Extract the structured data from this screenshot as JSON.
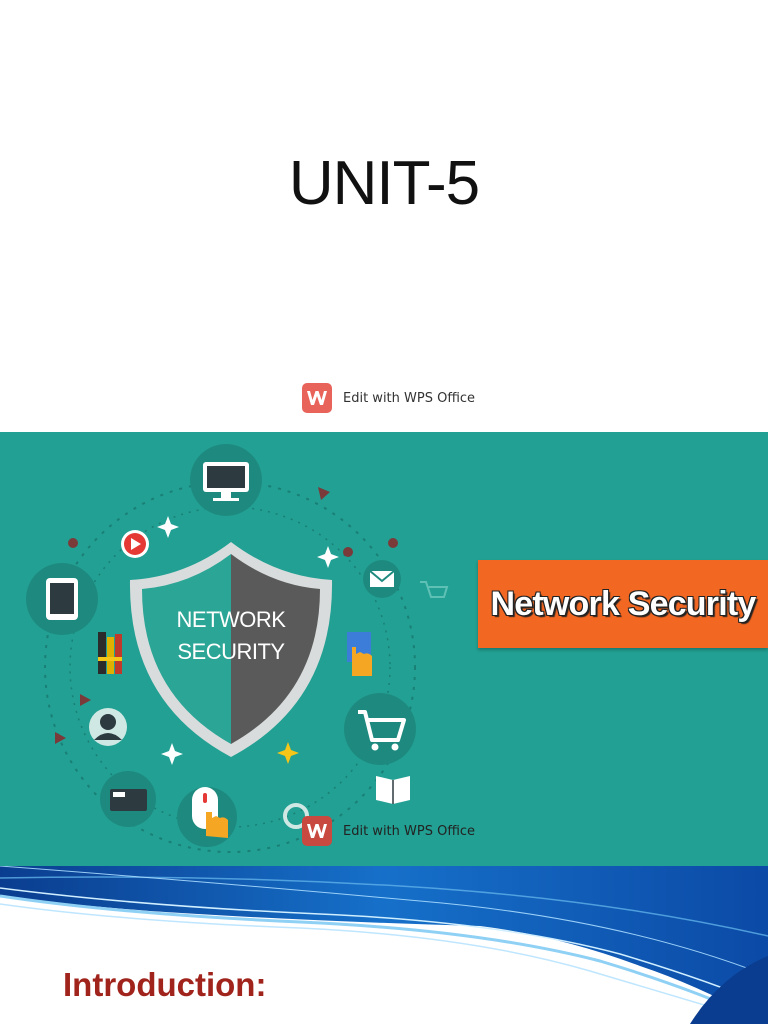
{
  "slide1": {
    "title": "UNIT-5",
    "wps_label": "Edit with WPS Office"
  },
  "slide2": {
    "banner_text": "Network Security",
    "shield_line1": "NETWORK",
    "shield_line2": "SECURITY",
    "wps_label": "Edit with WPS Office",
    "colors": {
      "background": "#22a093",
      "banner": "#f26722"
    }
  },
  "slide3": {
    "heading": "Introduction:"
  }
}
